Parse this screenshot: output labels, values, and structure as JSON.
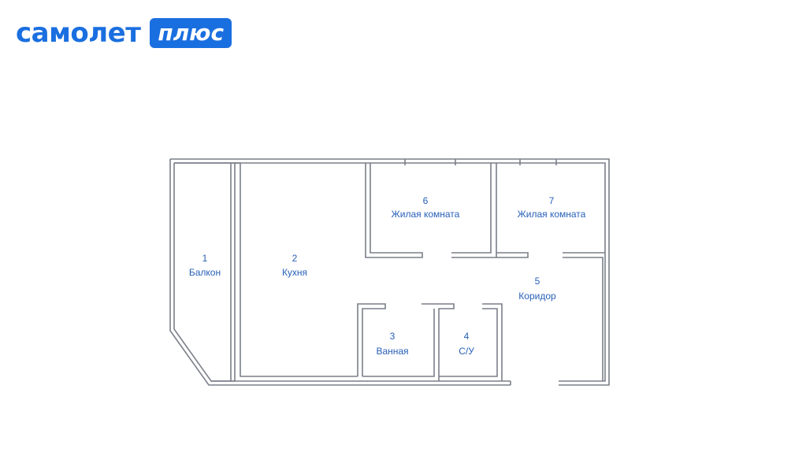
{
  "brand": {
    "word": "самолет",
    "badge": "плюс",
    "color": "#1a6fe0"
  },
  "colors": {
    "wall": "#7a7f89",
    "label": "#2860b8"
  },
  "rooms": [
    {
      "number": "1",
      "name": "Балкон"
    },
    {
      "number": "2",
      "name": "Кухня"
    },
    {
      "number": "3",
      "name": "Ванная"
    },
    {
      "number": "4",
      "name": "С/У"
    },
    {
      "number": "5",
      "name": "Коридор"
    },
    {
      "number": "6",
      "name": "Жилая комната"
    },
    {
      "number": "7",
      "name": "Жилая комната"
    }
  ]
}
